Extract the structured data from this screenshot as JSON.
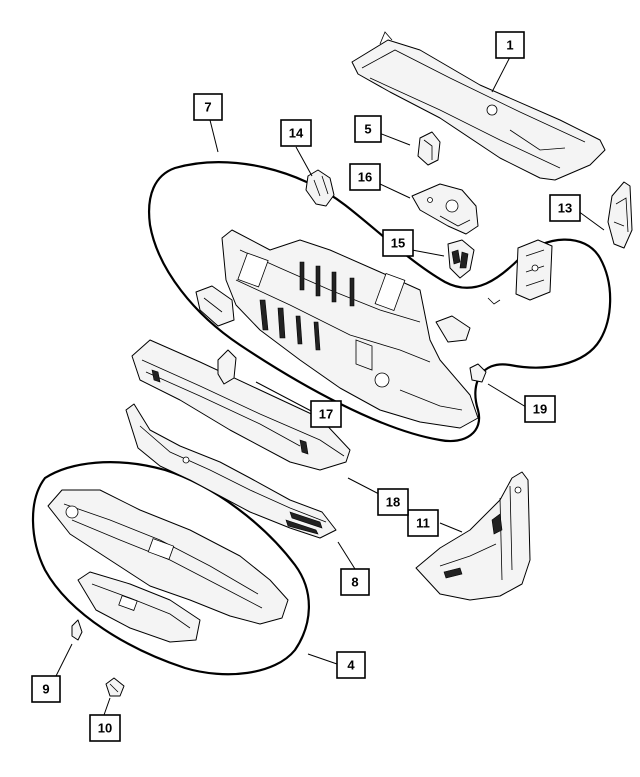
{
  "callouts": [
    {
      "id": "c1",
      "label": "1"
    },
    {
      "id": "c4",
      "label": "4"
    },
    {
      "id": "c5",
      "label": "5"
    },
    {
      "id": "c7",
      "label": "7"
    },
    {
      "id": "c8",
      "label": "8"
    },
    {
      "id": "c9",
      "label": "9"
    },
    {
      "id": "c10",
      "label": "10"
    },
    {
      "id": "c11",
      "label": "11"
    },
    {
      "id": "c13",
      "label": "13"
    },
    {
      "id": "c14",
      "label": "14"
    },
    {
      "id": "c15",
      "label": "15"
    },
    {
      "id": "c16",
      "label": "16"
    },
    {
      "id": "c17",
      "label": "17"
    },
    {
      "id": "c18",
      "label": "18"
    },
    {
      "id": "c19",
      "label": "19"
    }
  ]
}
